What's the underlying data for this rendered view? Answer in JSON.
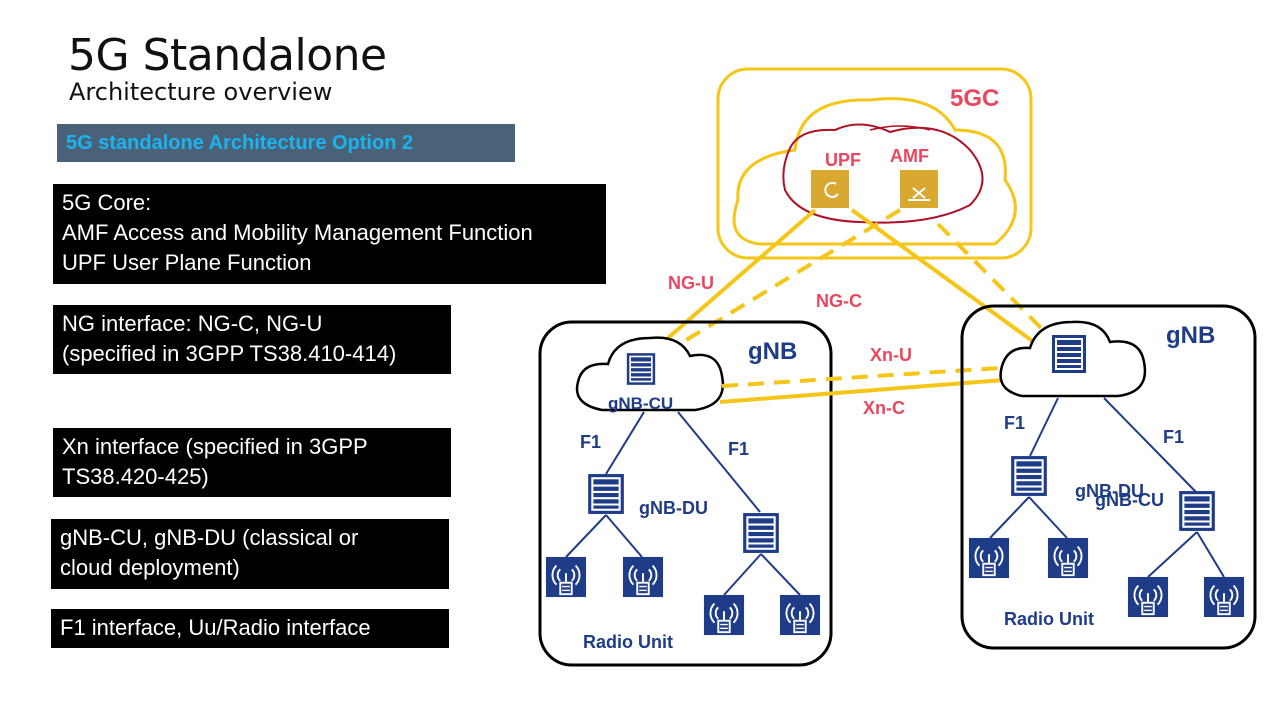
{
  "title": "5G Standalone",
  "subtitle": "Architecture overview",
  "banner": "5G standalone Architecture Option 2",
  "info_boxes": [
    {
      "lines": [
        "5G Core:",
        "AMF Access and Mobility Management Function",
        "UPF User Plane Function"
      ]
    },
    {
      "lines": [
        "NG interface: NG-C, NG-U",
        "(specified in 3GPP TS38.410-414)"
      ]
    },
    {
      "lines": [
        "Xn interface (specified in 3GPP",
        "TS38.420-425)"
      ]
    },
    {
      "lines": [
        "gNB-CU, gNB-DU (classical or",
        "cloud deployment)"
      ]
    },
    {
      "lines": [
        "F1 interface, Uu/Radio interface"
      ]
    }
  ],
  "diagram": {
    "core_label": "5GC",
    "upf_label": "UPF",
    "amf_label": "AMF",
    "ng_u": "NG-U",
    "ng_c": "NG-C",
    "xn_u": "Xn-U",
    "xn_c": "Xn-C",
    "left_gnb": {
      "label": "gNB",
      "cu_label": "gNB-CU",
      "du_label": "gNB-DU",
      "f1_left": "F1",
      "f1_right": "F1",
      "radio_label": "Radio Unit"
    },
    "right_gnb": {
      "label": "gNB",
      "du_overlap_label": "gNB-DU",
      "cu_overlap_label": "gNB-CU",
      "f1_left": "F1",
      "f1_right": "F1",
      "radio_label": "Radio Unit"
    },
    "colors": {
      "core_yellow": "#f5c518",
      "annotation_red": "#b01025",
      "label_red": "#e8475f",
      "node_blue": "#1f3c88",
      "function_box": "#d8a830"
    }
  }
}
